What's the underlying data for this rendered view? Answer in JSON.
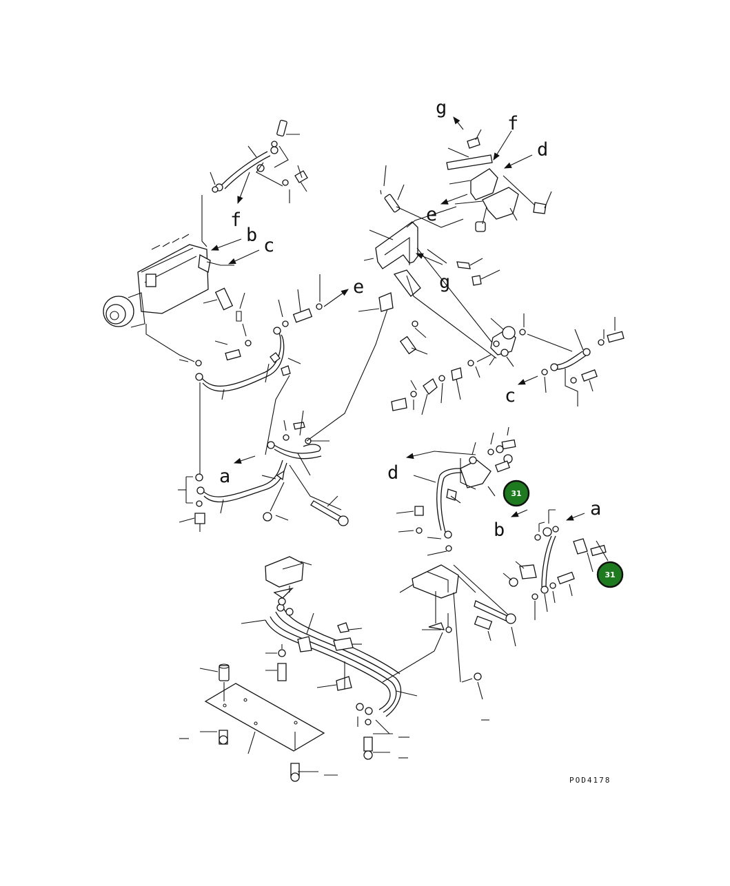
{
  "diagram": {
    "drawing_code": "POD4178",
    "letter_labels": [
      {
        "id": "g-top",
        "text": "g"
      },
      {
        "id": "f-top",
        "text": "f"
      },
      {
        "id": "d-top",
        "text": "d"
      },
      {
        "id": "e-mid",
        "text": "e"
      },
      {
        "id": "f-left",
        "text": "f"
      },
      {
        "id": "b-left",
        "text": "b"
      },
      {
        "id": "c-left",
        "text": "c"
      },
      {
        "id": "g-mid",
        "text": "g"
      },
      {
        "id": "e-right",
        "text": "e"
      },
      {
        "id": "c-right",
        "text": "c"
      },
      {
        "id": "a-left",
        "text": "a"
      },
      {
        "id": "d-lower",
        "text": "d"
      },
      {
        "id": "a-right",
        "text": "a"
      },
      {
        "id": "b-right",
        "text": "b"
      }
    ],
    "callouts": [
      {
        "id": "callout-1",
        "text": "31",
        "color": "#1e7a1e"
      },
      {
        "id": "callout-2",
        "text": "31",
        "color": "#1e7a1e"
      }
    ]
  }
}
